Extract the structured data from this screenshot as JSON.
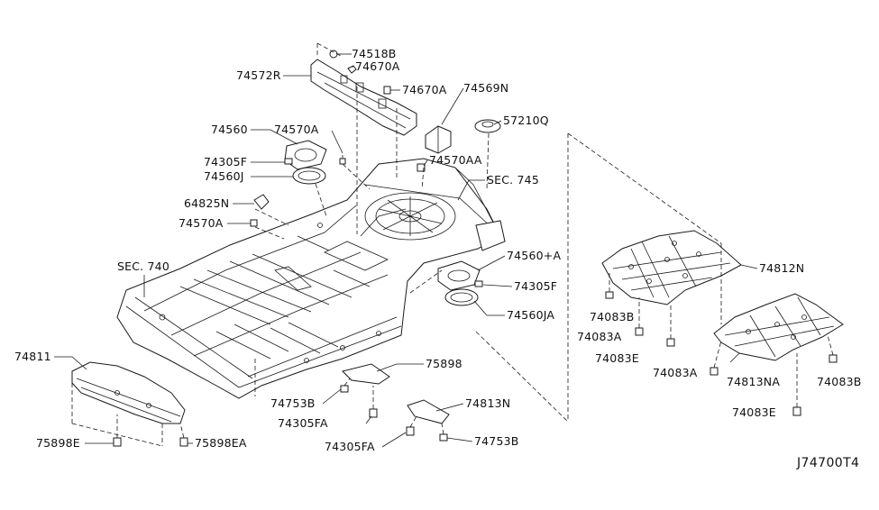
{
  "diagram": {
    "reference_code": "J74700T4",
    "callouts": {
      "c74518B": "74518B",
      "c74670A_1": "74670A",
      "c74572R": "74572R",
      "c74670A_2": "74670A",
      "c74569N": "74569N",
      "c57210Q": "57210Q",
      "c74560": "74560",
      "c74570A_1": "74570A",
      "c74305F_1": "74305F",
      "c74560J": "74560J",
      "c74570AA": "74570AA",
      "c64825N": "64825N",
      "c74570A_2": "74570A",
      "cSEC745": "SEC. 745",
      "cSEC740": "SEC. 740",
      "c74560A": "74560+A",
      "c74305F_2": "74305F",
      "c74560JA": "74560JA",
      "c74812N": "74812N",
      "c74083B_1": "74083B",
      "c74083A_1": "74083A",
      "c74083E_1": "74083E",
      "c74083A_2": "74083A",
      "c74813NA": "74813NA",
      "c74083B_2": "74083B",
      "c74083E_2": "74083E",
      "c74811": "74811",
      "c75898": "75898",
      "c74753B_1": "74753B",
      "c74305FA_1": "74305FA",
      "c74813N": "74813N",
      "c74305FA_2": "74305FA",
      "c74753B_2": "74753B",
      "c75898E": "75898E",
      "c75898EA": "75898EA"
    }
  }
}
